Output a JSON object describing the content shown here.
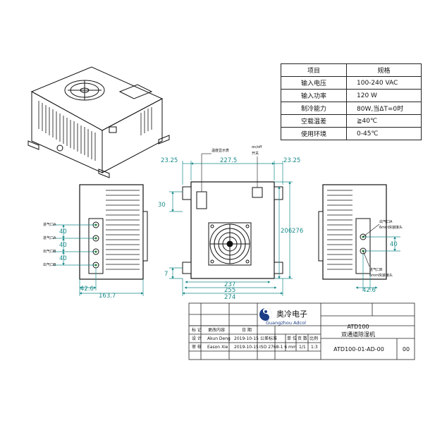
{
  "spec_table": {
    "header": {
      "item": "项目",
      "spec": "规格"
    },
    "rows": [
      {
        "item": "输入电压",
        "spec": "100-240 VAC"
      },
      {
        "item": "输入功率",
        "spec": "120 W"
      },
      {
        "item": "制冷能力",
        "spec": "80W,当ΔT=0时"
      },
      {
        "item": "空载温差",
        "spec": "≧40℃"
      },
      {
        "item": "使用环境",
        "spec": "0-45℃"
      }
    ]
  },
  "front_view": {
    "dims": {
      "left_margin": "23.25",
      "top_span": "227.5",
      "right_margin": "23.25",
      "height_inner": "206",
      "height_total": "276",
      "mount_offset": "30",
      "foot": "7",
      "w1": "237",
      "w2": "255",
      "w3": "274"
    },
    "label_display": "温度显示表",
    "label_switch_line1": "on/off",
    "label_switch_line2": "开关"
  },
  "left_view": {
    "labels": [
      "进气口A",
      "进气口A",
      "出气口B",
      "出气口B"
    ],
    "dims": {
      "pitch": "40",
      "depth1": "42.6",
      "depth2": "163.7"
    }
  },
  "right_view": {
    "label_a_line1": "出气口A",
    "label_a_line2": "6mm快速接头",
    "label_b_line1": "进气口B",
    "label_b_line2": "6mm快速接头",
    "dims": {
      "pitch": "40",
      "depth": "42.6"
    }
  },
  "title_block": {
    "company_cn": "奥冷电子",
    "company_en": "Guangzhou Adcol",
    "rev_header": [
      "标 记",
      "更改内容",
      "日 期"
    ],
    "rev_rows": [
      [
        "设 计",
        "Akun Deng",
        "2019-10-15"
      ],
      [
        "审 核",
        "Eason Xie",
        "2019-10-15"
      ]
    ],
    "std_header": [
      "公差标准",
      "单 位",
      "页 数",
      "比例"
    ],
    "std_values": [
      "ISO 2768-1 6",
      "mm",
      "1/1",
      "1:3"
    ],
    "product": "ATD100",
    "product_desc": "双通道除湿机",
    "drawing_no": "ATD100-01-AD-00",
    "revision": "00"
  }
}
